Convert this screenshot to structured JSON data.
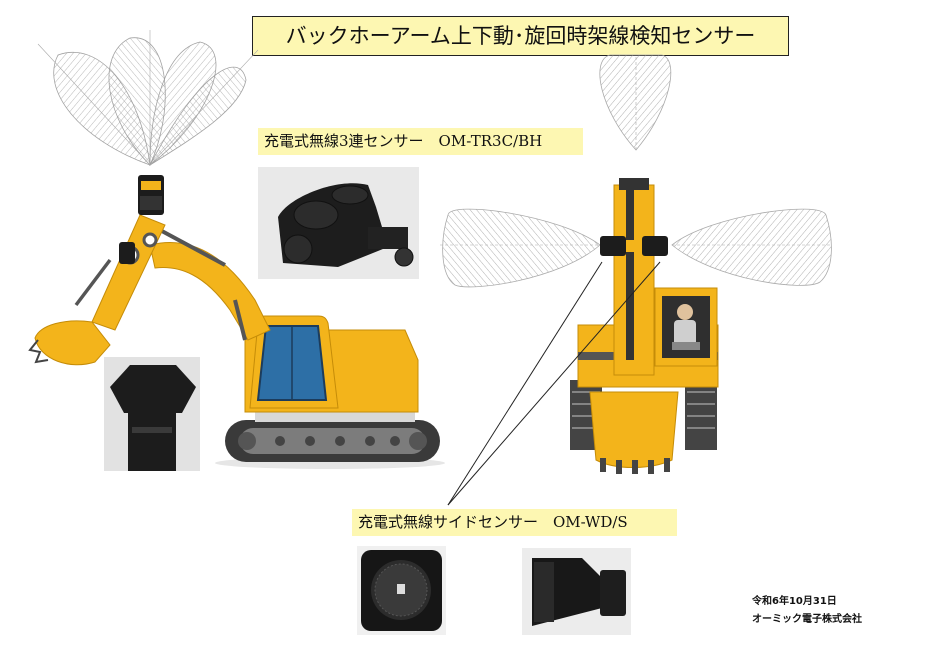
{
  "title": "バックホーアーム上下動･旋回時架線検知センサー",
  "products": {
    "tr3c_label": "充電式無線3連センサー　OM-TR3C/BH",
    "wds_label": "充電式無線サイドセンサー　OM-WD/S"
  },
  "footer": {
    "date": "令和6年10月31日",
    "company": "オーミック電子株式会社"
  },
  "colors": {
    "title_bg": "#fdf7b2",
    "machine_yellow": "#f3b41b",
    "cab_glass": "#2d6fa6",
    "sensor_black": "#1c1c1c",
    "detection_zone": "#9a9a9a"
  }
}
